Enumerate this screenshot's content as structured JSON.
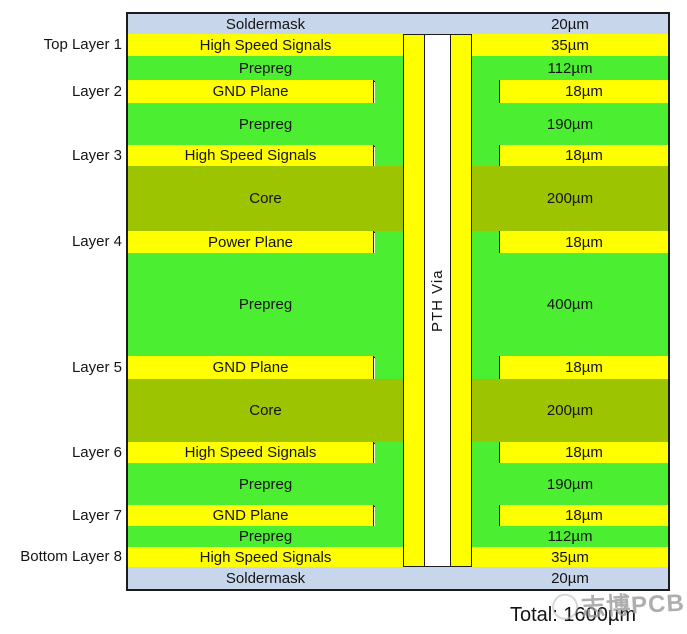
{
  "colors": {
    "soldermask": "#c8d6ec",
    "copper": "#ffff00",
    "prepreg": "#4bee31",
    "core": "#9cc400",
    "via_hole": "#ffffff",
    "border": "#1c1c1c",
    "text": "#141414",
    "watermark": "#9a9a9a"
  },
  "via": {
    "label": "PTH Via"
  },
  "rows": [
    {
      "type": "soldermask",
      "label": "Soldermask",
      "thickness": "20µm",
      "h": 20
    },
    {
      "type": "copper-outer",
      "layer": "Top Layer 1",
      "label": "High Speed Signals",
      "thickness": "35µm",
      "h": 22
    },
    {
      "type": "prepreg",
      "label": "Prepreg",
      "thickness": "112µm",
      "h": 24
    },
    {
      "type": "copper-inner",
      "layer": "Layer 2",
      "label": "GND Plane",
      "thickness": "18µm",
      "h": 23
    },
    {
      "type": "prepreg",
      "label": "Prepreg",
      "thickness": "190µm",
      "h": 42
    },
    {
      "type": "copper-inner",
      "layer": "Layer 3",
      "label": "High Speed Signals",
      "thickness": "18µm",
      "h": 21
    },
    {
      "type": "core",
      "label": "Core",
      "thickness": "200µm",
      "h": 65
    },
    {
      "type": "copper-inner",
      "layer": "Layer 4",
      "label": "Power Plane",
      "thickness": "18µm",
      "h": 22
    },
    {
      "type": "prepreg",
      "label": "Prepreg",
      "thickness": "400µm",
      "h": 103
    },
    {
      "type": "copper-inner",
      "layer": "Layer 5",
      "label": "GND Plane",
      "thickness": "18µm",
      "h": 23
    },
    {
      "type": "core",
      "label": "Core",
      "thickness": "200µm",
      "h": 63
    },
    {
      "type": "copper-inner",
      "layer": "Layer 6",
      "label": "High Speed Signals",
      "thickness": "18µm",
      "h": 21
    },
    {
      "type": "prepreg",
      "label": "Prepreg",
      "thickness": "190µm",
      "h": 42
    },
    {
      "type": "copper-inner",
      "layer": "Layer 7",
      "label": "GND Plane",
      "thickness": "18µm",
      "h": 21
    },
    {
      "type": "prepreg",
      "label": "Prepreg",
      "thickness": "112µm",
      "h": 21
    },
    {
      "type": "copper-outer",
      "layer": "Bottom Layer 8",
      "label": "High Speed Signals",
      "thickness": "35µm",
      "h": 20
    },
    {
      "type": "soldermask",
      "label": "Soldermask",
      "thickness": "20µm",
      "h": 22
    }
  ],
  "footer": {
    "total_label": "Total: 1600µm",
    "watermark": "志博PCB"
  }
}
